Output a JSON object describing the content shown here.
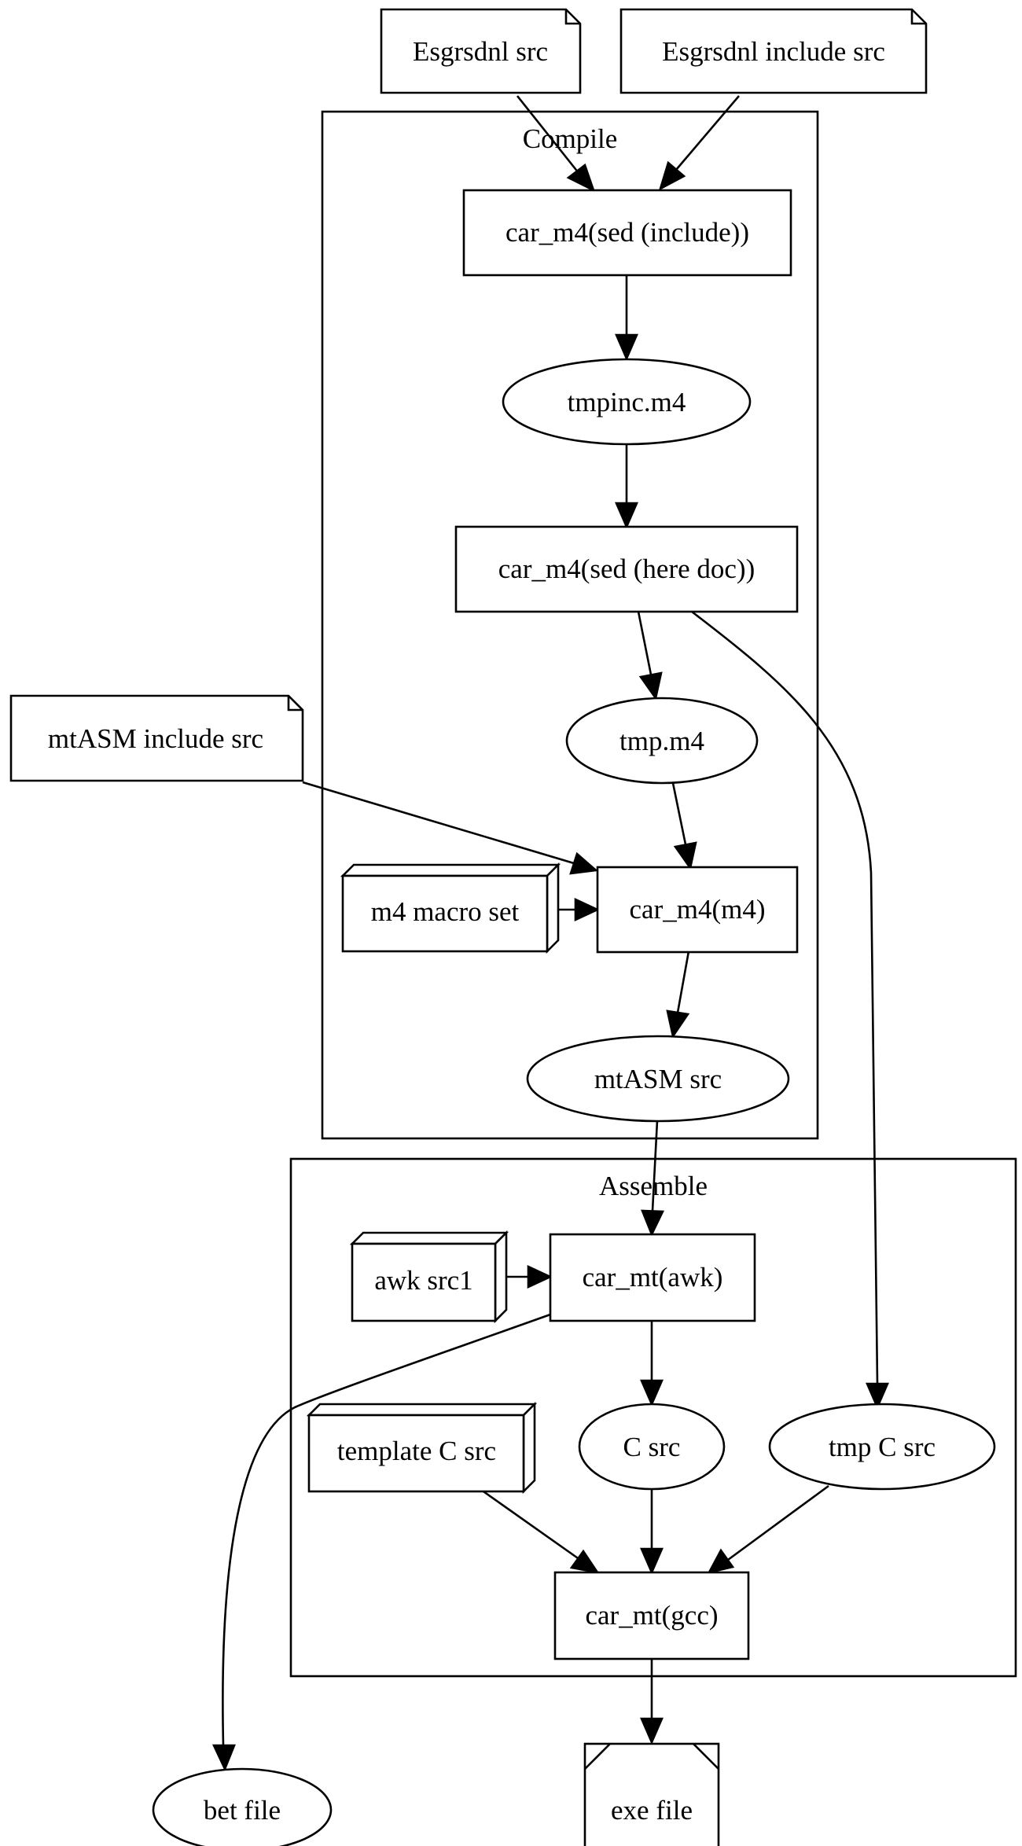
{
  "clusters": {
    "compile": "Compile",
    "assemble": "Assemble"
  },
  "nodes": {
    "esgrsdnl_src": "Esgrsdnl src",
    "esgrsdnl_include_src": "Esgrsdnl include src",
    "car_m4_sed_include": "car_m4(sed (include))",
    "tmpinc_m4": "tmpinc.m4",
    "car_m4_sed_here_doc": "car_m4(sed (here doc))",
    "tmp_m4": "tmp.m4",
    "mtasm_include_src": "mtASM include src",
    "m4_macro_set": "m4 macro set",
    "car_m4_m4": "car_m4(m4)",
    "mtasm_src": "mtASM src",
    "awk_src1": "awk src1",
    "car_mt_awk": "car_mt(awk)",
    "template_c_src": "template C src",
    "c_src": "C src",
    "tmp_c_src": "tmp C src",
    "car_mt_gcc": "car_mt(gcc)",
    "bet_file": "bet file",
    "exe_file": "exe file"
  }
}
